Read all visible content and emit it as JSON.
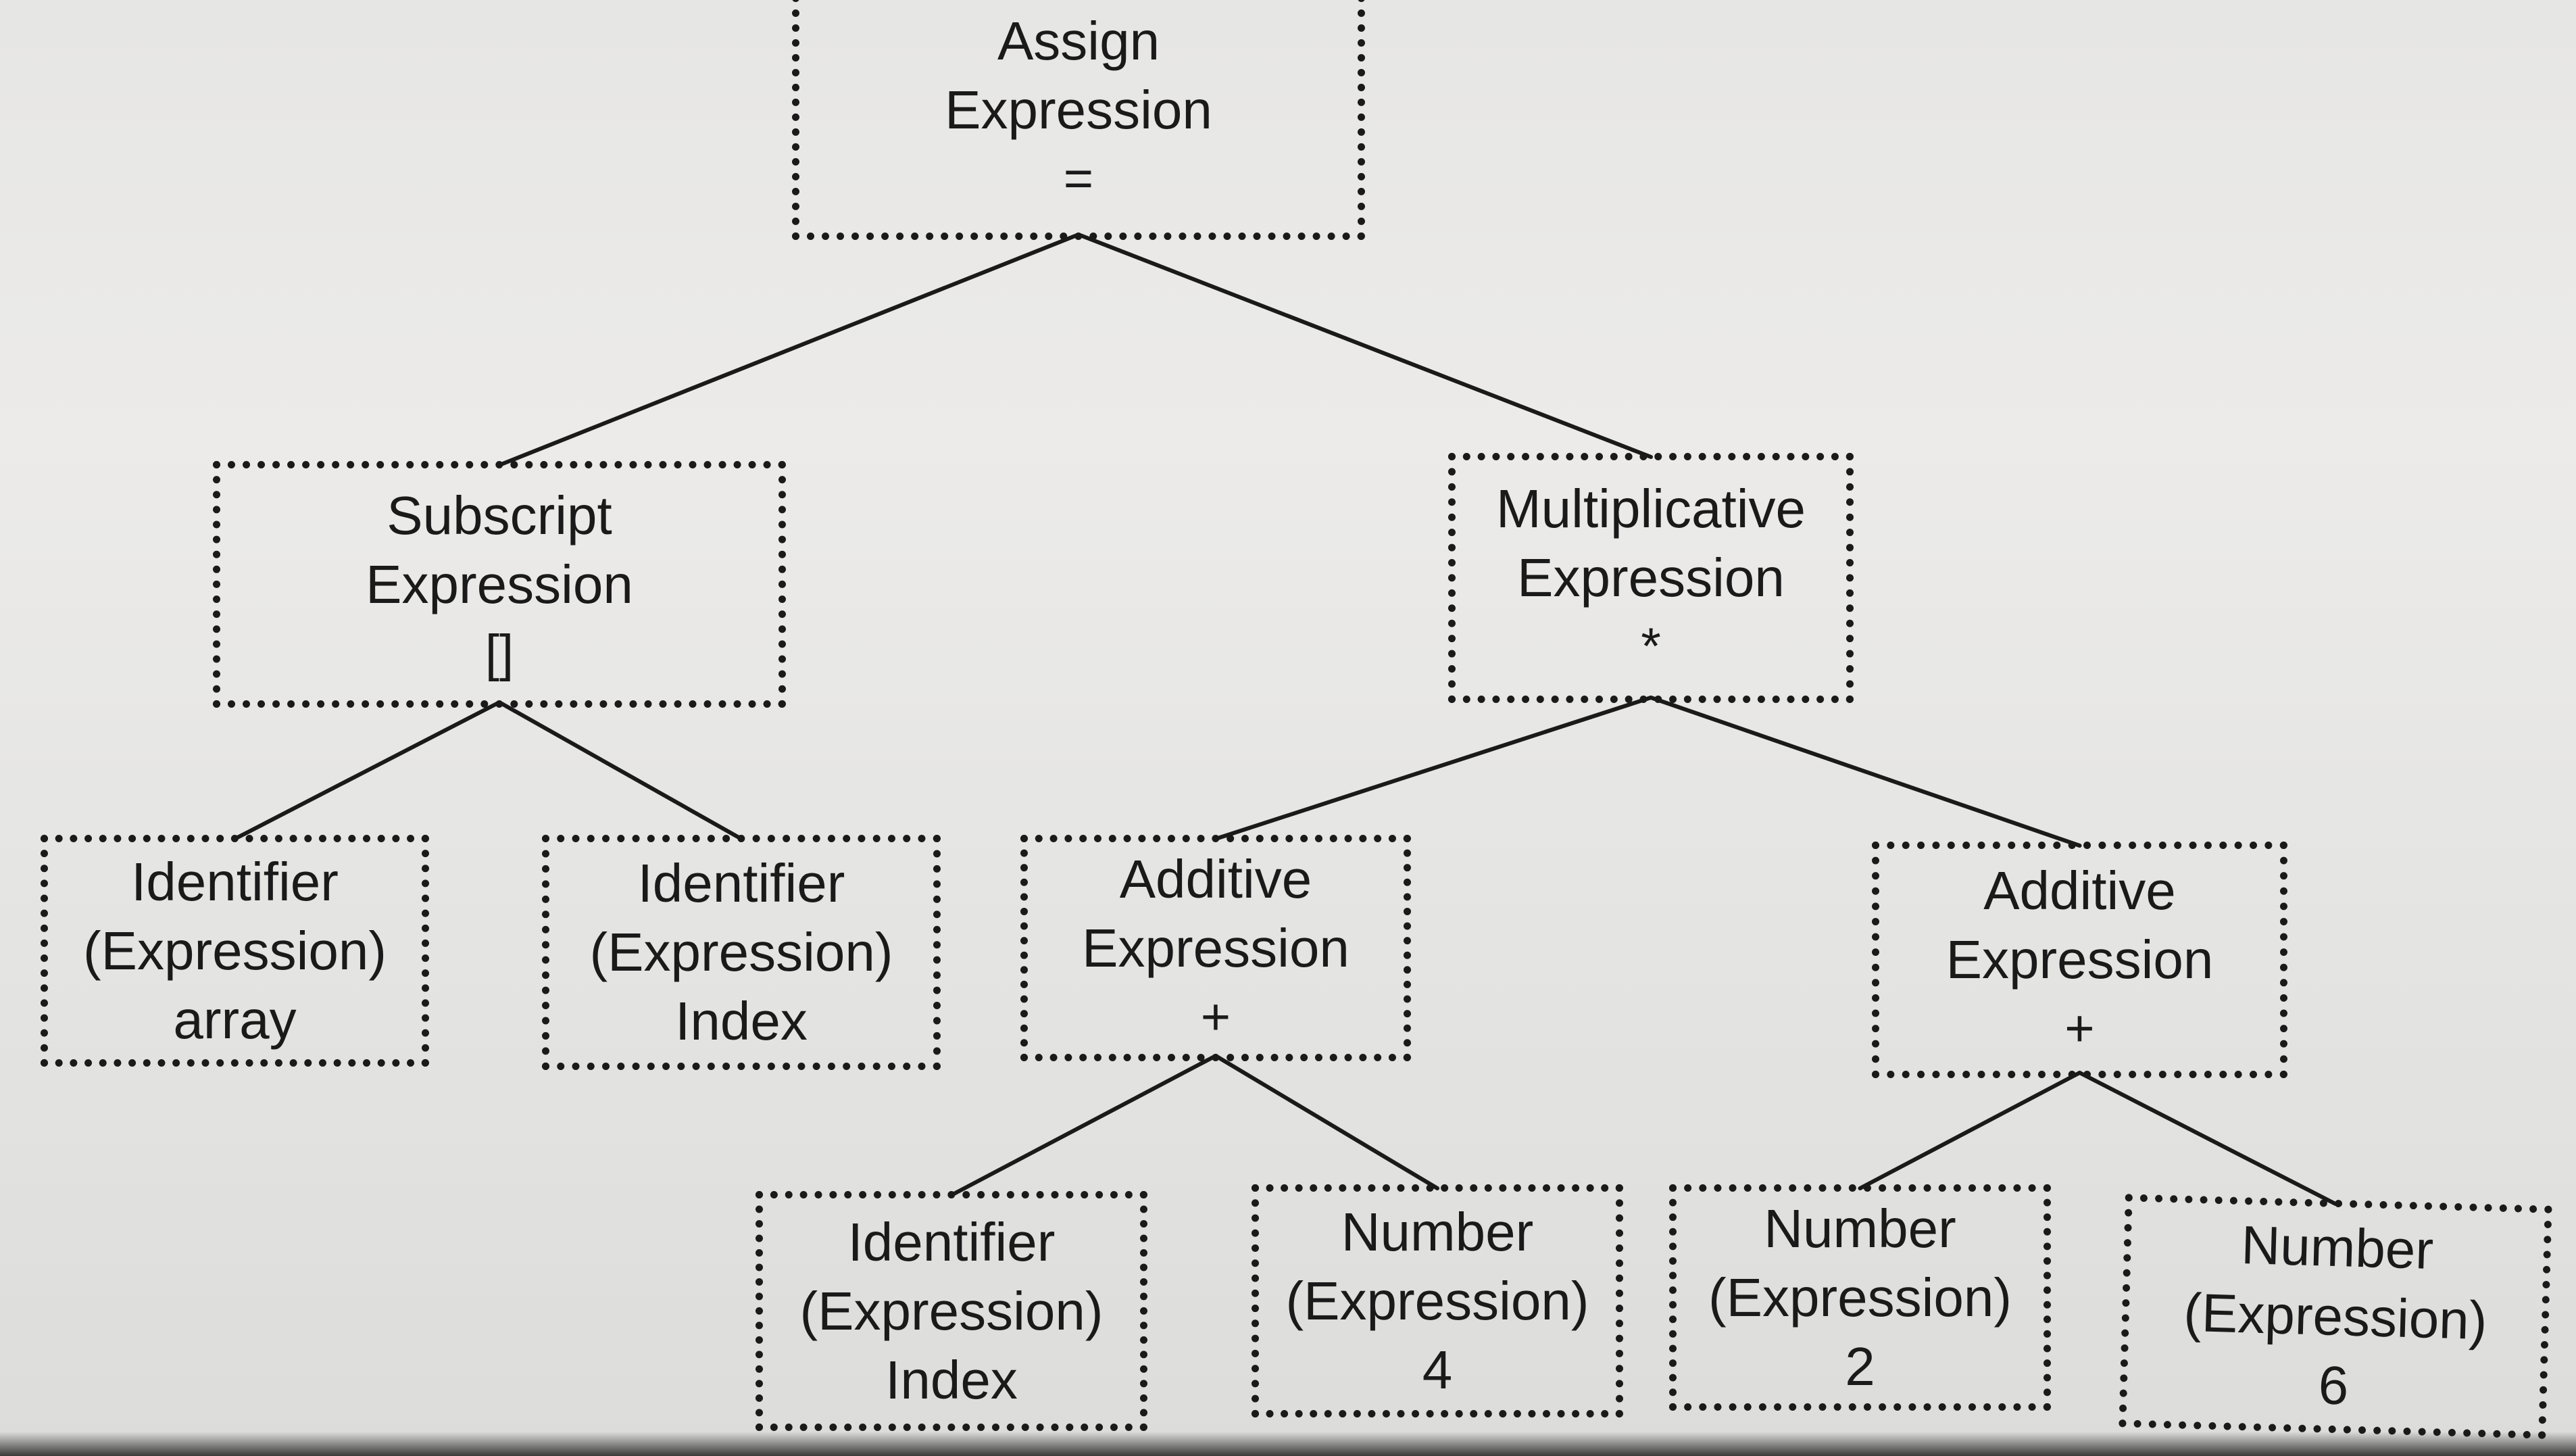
{
  "diagram": {
    "type": "tree",
    "nodes": [
      {
        "id": "assign",
        "lines": [
          "Assign",
          "Expression",
          "="
        ],
        "parent": null
      },
      {
        "id": "subscript",
        "lines": [
          "Subscript",
          "Expression",
          "[]"
        ],
        "parent": "assign"
      },
      {
        "id": "multiplicative",
        "lines": [
          "Multiplicative",
          "Expression",
          "*"
        ],
        "parent": "assign"
      },
      {
        "id": "identifier-array",
        "lines": [
          "Identifier",
          "(Expression)",
          "array"
        ],
        "parent": "subscript"
      },
      {
        "id": "identifier-index-1",
        "lines": [
          "Identifier",
          "(Expression)",
          "Index"
        ],
        "parent": "subscript"
      },
      {
        "id": "additive-1",
        "lines": [
          "Additive",
          "Expression",
          "+"
        ],
        "parent": "multiplicative"
      },
      {
        "id": "additive-2",
        "lines": [
          "Additive",
          "Expression",
          "+"
        ],
        "parent": "multiplicative"
      },
      {
        "id": "identifier-index-2",
        "lines": [
          "Identifier",
          "(Expression)",
          "Index"
        ],
        "parent": "additive-1"
      },
      {
        "id": "number-4",
        "lines": [
          "Number",
          "(Expression)",
          "4"
        ],
        "parent": "additive-1"
      },
      {
        "id": "number-2",
        "lines": [
          "Number",
          "(Expression)",
          "2"
        ],
        "parent": "additive-2"
      },
      {
        "id": "number-6",
        "lines": [
          "Number",
          "(Expression)",
          "6"
        ],
        "parent": "additive-2"
      }
    ]
  }
}
